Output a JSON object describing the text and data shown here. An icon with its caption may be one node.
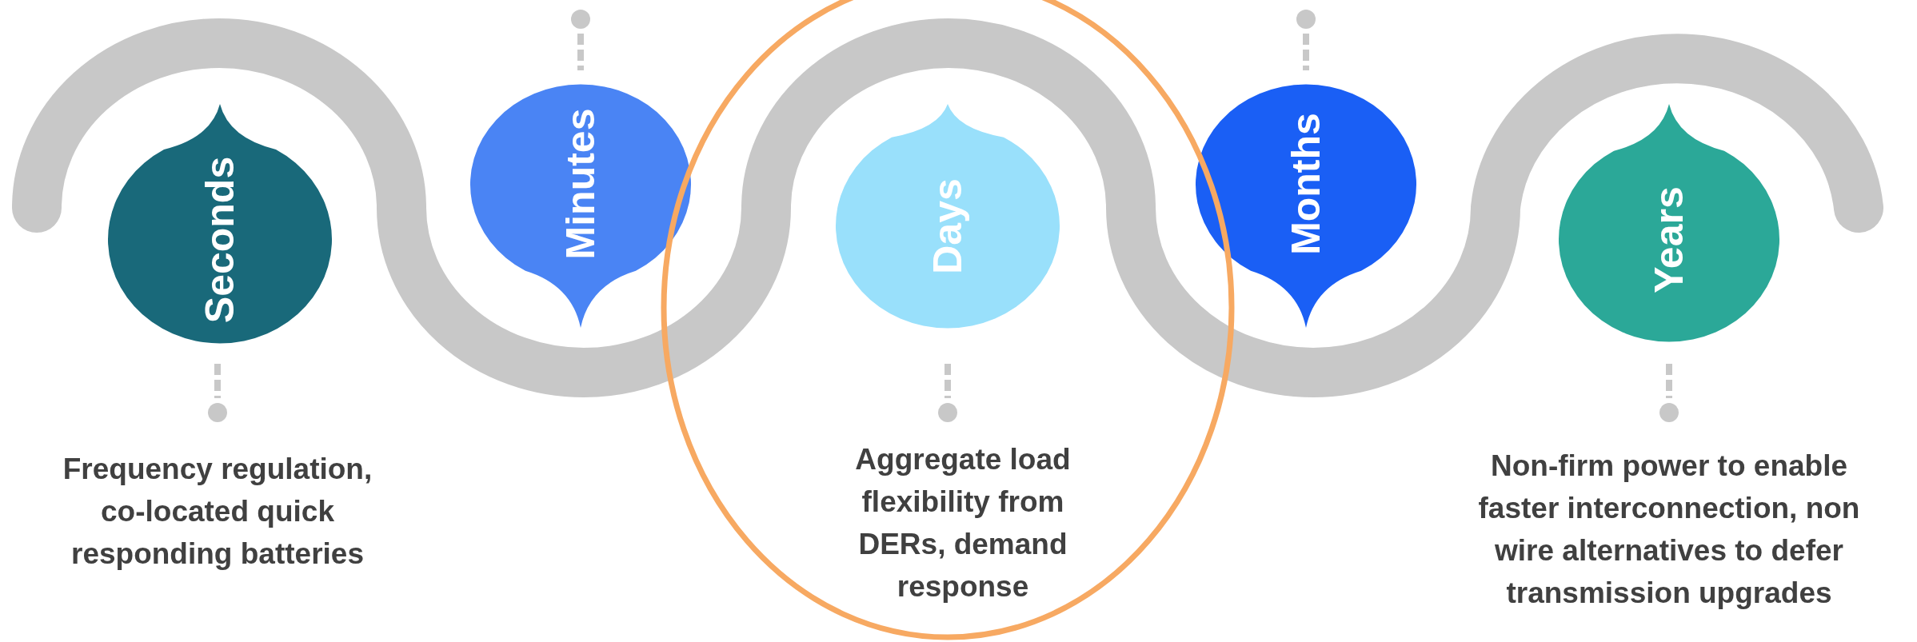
{
  "diagram": {
    "nodes": [
      {
        "text": [
          "Seconds"
        ]
      },
      {
        "text": [
          "Minutes"
        ]
      },
      {
        "text": [
          "Days"
        ]
      },
      {
        "text": [
          "Months"
        ]
      },
      {
        "text": [
          "Years"
        ]
      }
    ],
    "labels": [
      "Frequency regulation, co-located quick responding batteries",
      "Aggregate load flexibility from DERs, demand response",
      "Non-firm power to enable faster interconnection, non wire alternatives to defer transmission upgrades"
    ]
  }
}
